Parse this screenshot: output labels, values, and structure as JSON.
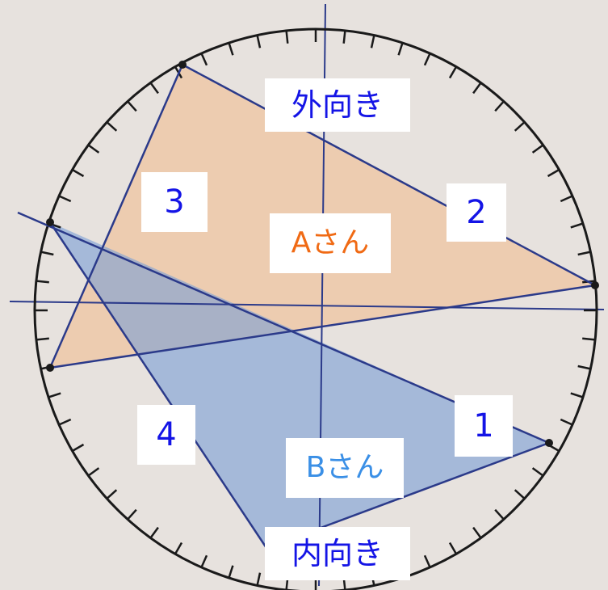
{
  "labels": {
    "outward": "外向き",
    "inward": "内向き",
    "person_a": "Aさん",
    "person_b": "Bさん",
    "line_1": "1",
    "line_2": "2",
    "line_3": "3",
    "line_4": "4"
  },
  "colors": {
    "paper": "#eeeae6",
    "ink": "#1a1a1a",
    "line": "#2b3a8a",
    "region_a": "#f2b98a",
    "region_b": "#7a9ed6",
    "label_blue": "#1414e6",
    "label_orange": "#f06a14",
    "label_lightblue": "#3a8fe6"
  }
}
